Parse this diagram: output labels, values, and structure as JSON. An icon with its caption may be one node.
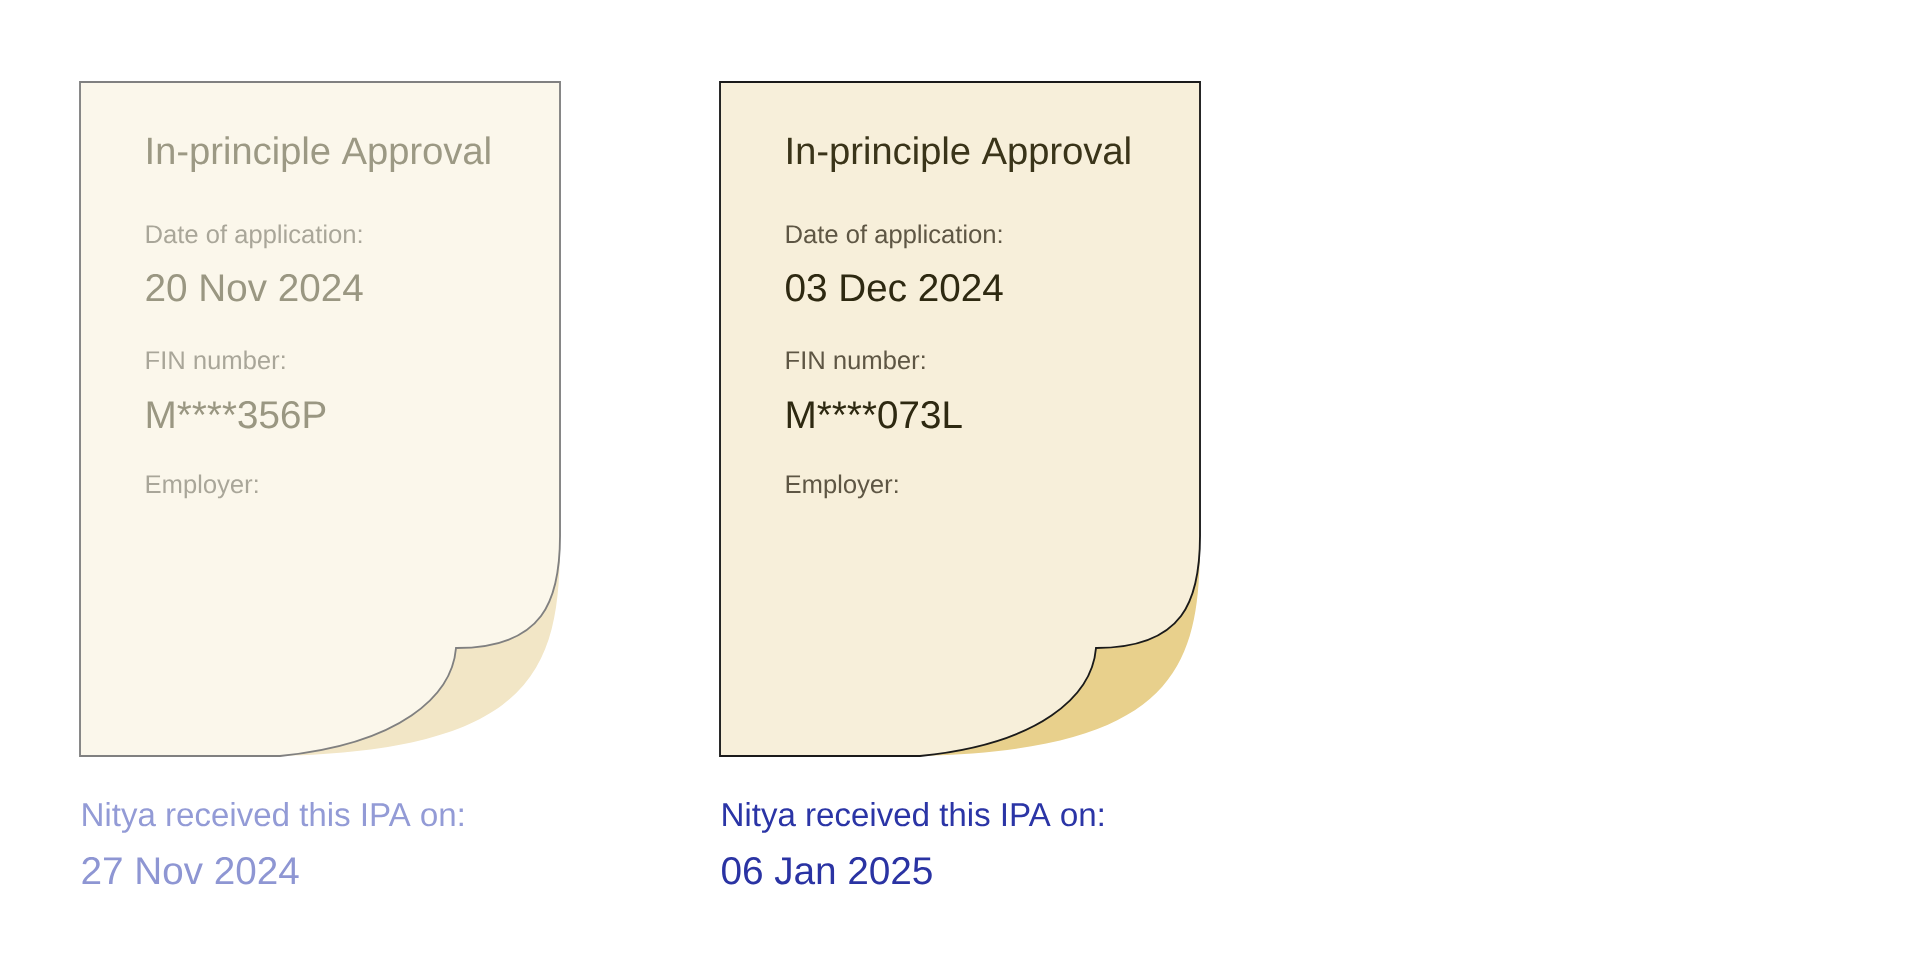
{
  "diagram": {
    "nodes": [
      {
        "text": [
          "In-principle Approval",
          "Date of application:",
          "20 Nov 2024",
          "FIN number:",
          "M****356P",
          "Employer:"
        ],
        "beside": [
          "Nitya received this IPA on:",
          "27 Nov 2024"
        ]
      },
      {
        "text": [
          "In-principle Approval",
          "Date of application:",
          "03 Dec 2024",
          "FIN number:",
          "M****073L",
          "Employer:"
        ],
        "beside": [
          "Nitya received this IPA on:",
          "06 Jan 2025"
        ]
      }
    ]
  }
}
